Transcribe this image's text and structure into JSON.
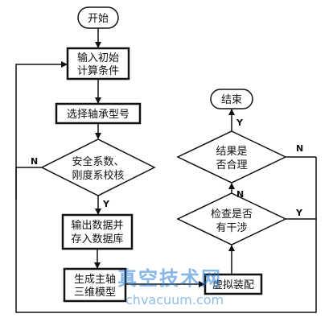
{
  "nodes": {
    "start": "开始",
    "input_line1": "输入初始",
    "input_line2": "计算条件",
    "select": "选择轴承型号",
    "check_line1": "安全系数、",
    "check_line2": "刚度系校核",
    "output_line1": "输出数据并",
    "output_line2": "存入数据库",
    "model_line1": "生成主轴",
    "model_line2": "三维模型",
    "assembly": "虚拟装配",
    "interference_line1": "检查是否",
    "interference_line2": "有干涉",
    "reasonable_line1": "结果是",
    "reasonable_line2": "否合理",
    "end": "结束"
  },
  "labels": {
    "check_yes": "Y",
    "check_no": "N",
    "interference_yes": "Y",
    "interference_no": "N",
    "reasonable_yes": "Y",
    "reasonable_no": "N"
  },
  "watermark": {
    "cn": "真空技术网",
    "url": "chvacuum.com"
  }
}
